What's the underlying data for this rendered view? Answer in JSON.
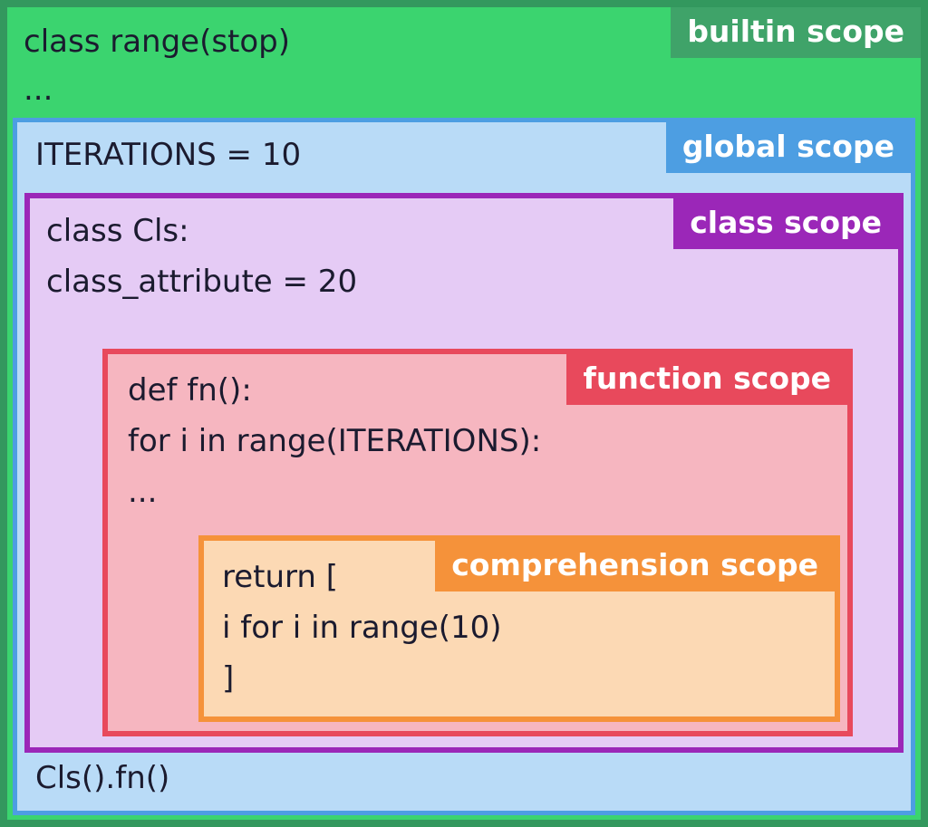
{
  "scopes": {
    "builtin": {
      "label": "builtin scope",
      "fill": "#3bd46f",
      "border": "#33985e",
      "label_bg": "#3fa369",
      "lines": [
        "class range(stop)",
        "..."
      ]
    },
    "global": {
      "label": "global scope",
      "fill": "#b9dbf7",
      "border": "#4d9ee2",
      "label_bg": "#4d9ee2",
      "lines_top": [
        "ITERATIONS = 10"
      ],
      "lines_bottom": [
        "Cls().fn()"
      ]
    },
    "class": {
      "label": "class scope",
      "fill": "#e5cbf5",
      "border": "#9b27b8",
      "label_bg": "#9b27b8",
      "lines": [
        "class Cls:",
        "class_attribute = 20"
      ]
    },
    "function": {
      "label": "function scope",
      "fill": "#f6b6c0",
      "border": "#e8495c",
      "label_bg": "#e8495c",
      "lines": [
        "def fn():",
        "for i in range(ITERATIONS):",
        "..."
      ]
    },
    "comprehension": {
      "label": "comprehension scope",
      "fill": "#fcd9b4",
      "border": "#f5923a",
      "label_bg": "#f5923a",
      "lines": [
        "return [",
        "i for i in range(10)",
        "]"
      ]
    }
  },
  "text_color": "#1b1b2f"
}
